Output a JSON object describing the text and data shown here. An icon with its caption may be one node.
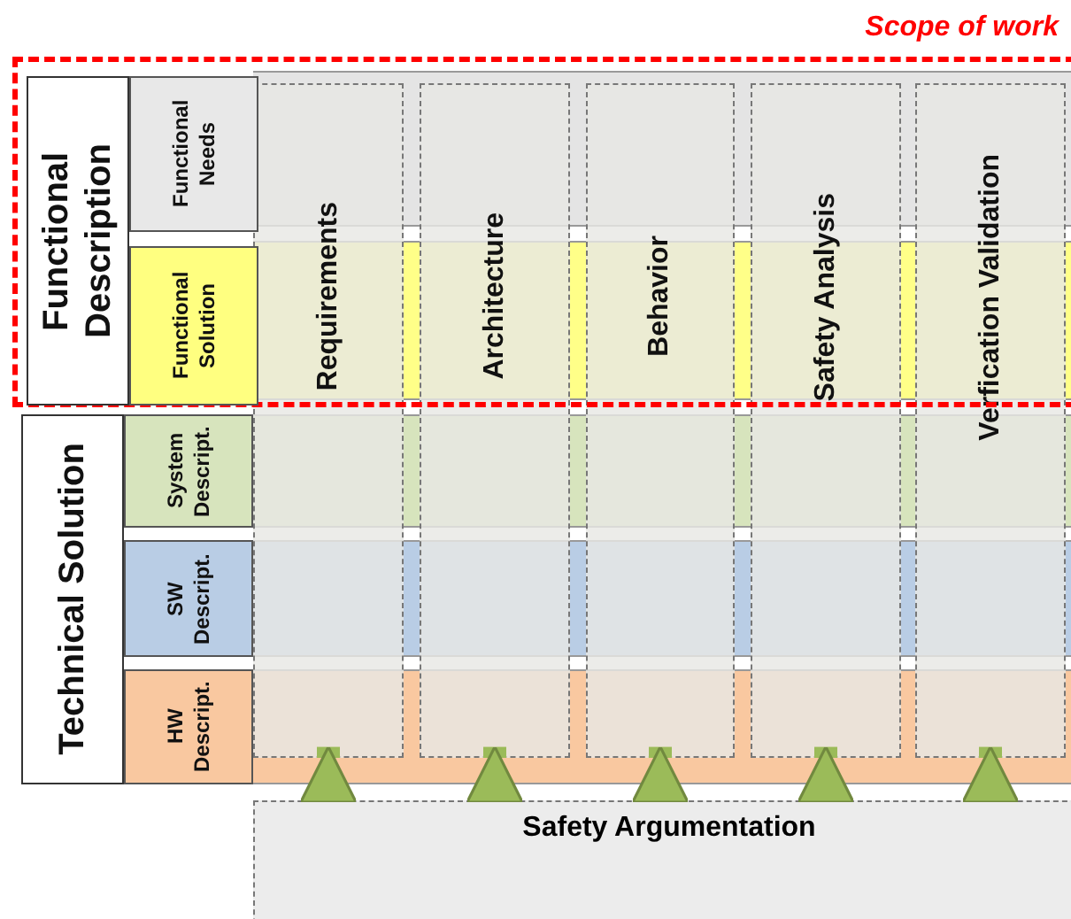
{
  "diagram": {
    "nodes": [
      {
        "text": [
          "Scope of work"
        ]
      },
      {
        "text": [
          "Functional Description"
        ],
        "in": 0
      },
      {
        "text": [
          "Functional Needs"
        ],
        "in": 0
      },
      {
        "text": [
          "Functional Solution"
        ],
        "in": 0
      },
      {
        "text": [
          "Technical Solution"
        ]
      },
      {
        "text": [
          "System Descript."
        ]
      },
      {
        "text": [
          "SW Descript."
        ]
      },
      {
        "text": [
          "HW Descript."
        ]
      },
      {
        "text": [
          "Requirements"
        ]
      },
      {
        "text": [
          "Architecture"
        ]
      },
      {
        "text": [
          "Behavior"
        ]
      },
      {
        "text": [
          "Safety Analysis"
        ]
      },
      {
        "text": [
          "Verfication Validation"
        ]
      },
      {
        "text": [
          "Safety Argumentation"
        ]
      }
    ],
    "edges": [
      {
        "from": 8,
        "to": 13,
        "arrow": "to"
      },
      {
        "from": 9,
        "to": 13,
        "arrow": "to"
      },
      {
        "from": 10,
        "to": 13,
        "arrow": "to"
      },
      {
        "from": 11,
        "to": 13,
        "arrow": "to"
      },
      {
        "from": 12,
        "to": 13,
        "arrow": "to"
      }
    ]
  }
}
